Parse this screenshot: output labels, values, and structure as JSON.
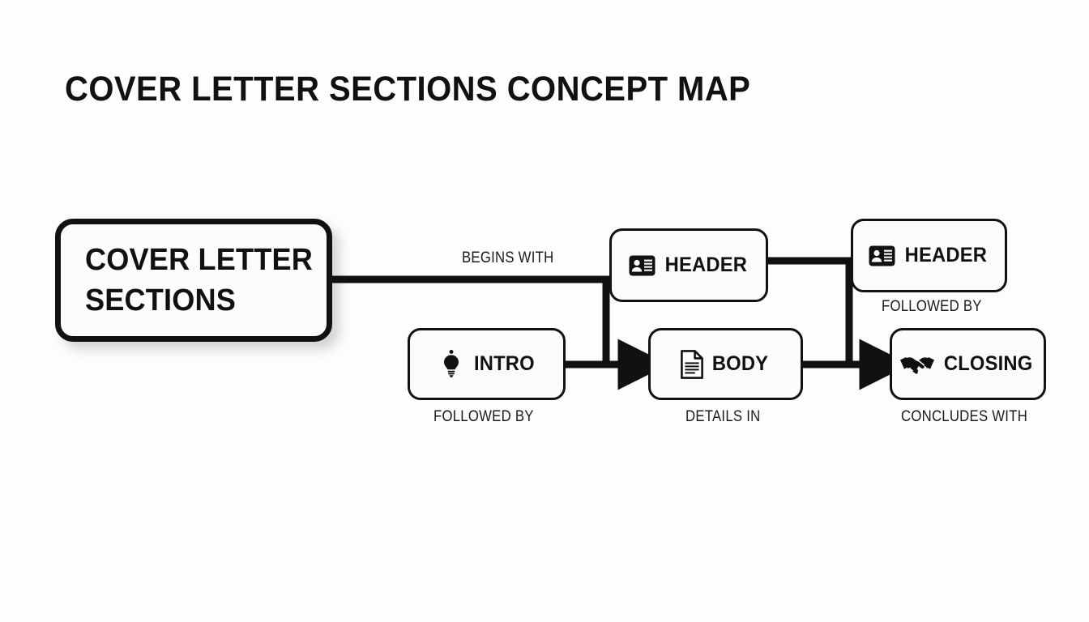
{
  "page": {
    "title": "COVER LETTER SECTIONS CONCEPT MAP",
    "background_color": "#fdfdfd",
    "ink_color": "#111111"
  },
  "root_node": {
    "name": "cover-letter-sections",
    "line1": "COVER LETTER",
    "line2": "SECTIONS"
  },
  "nodes": [
    {
      "id": "header-top",
      "label": "HEADER",
      "icon": "id-card-icon"
    },
    {
      "id": "header-right",
      "label": "HEADER",
      "icon": "id-card-icon"
    },
    {
      "id": "intro",
      "label": "INTRO",
      "icon": "lightbulb-icon"
    },
    {
      "id": "body",
      "label": "BODY",
      "icon": "document-icon"
    },
    {
      "id": "closing",
      "label": "CLOSING",
      "icon": "handshake-icon"
    }
  ],
  "edge_labels": {
    "begins_with": "BEGINS WITH",
    "followed_by_header": "FOLLOWED BY",
    "followed_by_intro": "FOLLOWED BY",
    "details_in": "DETAILS IN",
    "concludes_with": "CONCLUDES WITH"
  }
}
